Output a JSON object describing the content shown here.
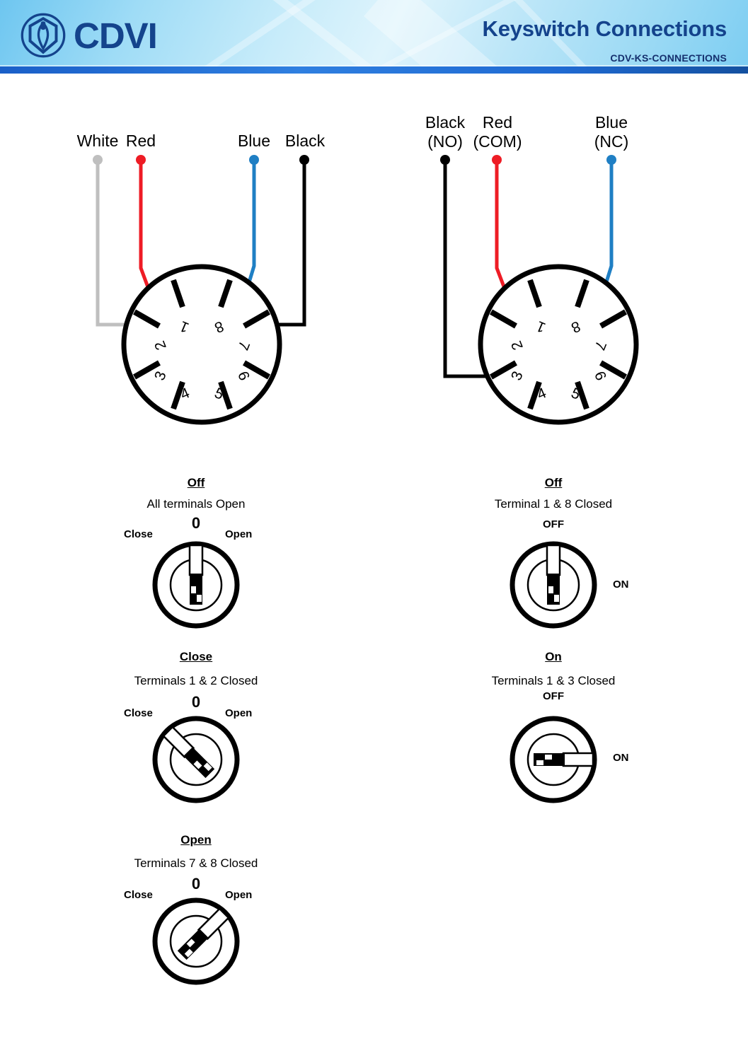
{
  "header": {
    "brand": "CDVI",
    "logo_icon": "cdvi-shield-logo",
    "title": "Keyswitch Connections",
    "doc_code": "CDV-KS-CONNECTIONS",
    "accent_color": "#14438c",
    "bar_color": "#1f6ad2"
  },
  "diagrams": {
    "left_switch": {
      "name": "8-terminal keyswitch wiring (4-wire)",
      "terminal_numbers": [
        "1",
        "2",
        "3",
        "4",
        "5",
        "6",
        "7",
        "8"
      ],
      "wires": [
        {
          "label": "White",
          "color": "#bfbfbf",
          "terminal": "2"
        },
        {
          "label": "Red",
          "color": "#ee1c25",
          "terminal": "1"
        },
        {
          "label": "Blue",
          "color": "#1f7fc4",
          "terminal": "8"
        },
        {
          "label": "Black",
          "color": "#000000",
          "terminal": "7"
        }
      ]
    },
    "right_switch": {
      "name": "8-terminal keyswitch wiring (3-wire NO/COM/NC)",
      "terminal_numbers": [
        "1",
        "2",
        "3",
        "4",
        "5",
        "6",
        "7",
        "8"
      ],
      "wires": [
        {
          "label": "Black",
          "sub": "(NO)",
          "color": "#000000",
          "terminal": "3"
        },
        {
          "label": "Red",
          "sub": "(COM)",
          "color": "#ee1c25",
          "terminal": "1"
        },
        {
          "label": "Blue",
          "sub": "(NC)",
          "color": "#1f7fc4",
          "terminal": "8"
        }
      ]
    }
  },
  "left_states": [
    {
      "title": "Off",
      "desc": "All terminals Open",
      "zero": "0",
      "left_label": "Close",
      "right_label": "Open",
      "key_angle": 0
    },
    {
      "title": "Close",
      "desc": "Terminals 1 & 2 Closed",
      "zero": "0",
      "left_label": "Close",
      "right_label": "Open",
      "key_angle": -45
    },
    {
      "title": "Open",
      "desc": "Terminals 7 & 8 Closed",
      "zero": "0",
      "left_label": "Close",
      "right_label": "Open",
      "key_angle": 45
    }
  ],
  "right_states": [
    {
      "title": "Off",
      "desc": "Terminal 1 & 8 Closed",
      "top_label": "OFF",
      "side_label": "ON",
      "key_angle": 0
    },
    {
      "title": "On",
      "desc": "Terminals 1 & 3 Closed",
      "top_label": "OFF",
      "side_label": "ON",
      "key_angle": 90
    }
  ]
}
